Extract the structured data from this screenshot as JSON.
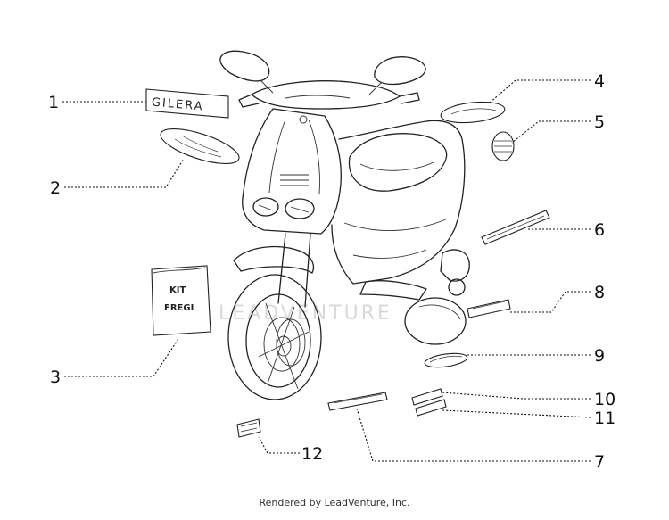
{
  "callouts": [
    "1",
    "2",
    "3",
    "4",
    "5",
    "6",
    "7",
    "8",
    "9",
    "10",
    "11",
    "12"
  ],
  "decal_text": {
    "brand": "GILERA",
    "kit_line1": "KIT",
    "kit_line2": "FREGI"
  },
  "watermark": "LEADVENTURE",
  "footer": "Rendered by LeadVenture, Inc."
}
